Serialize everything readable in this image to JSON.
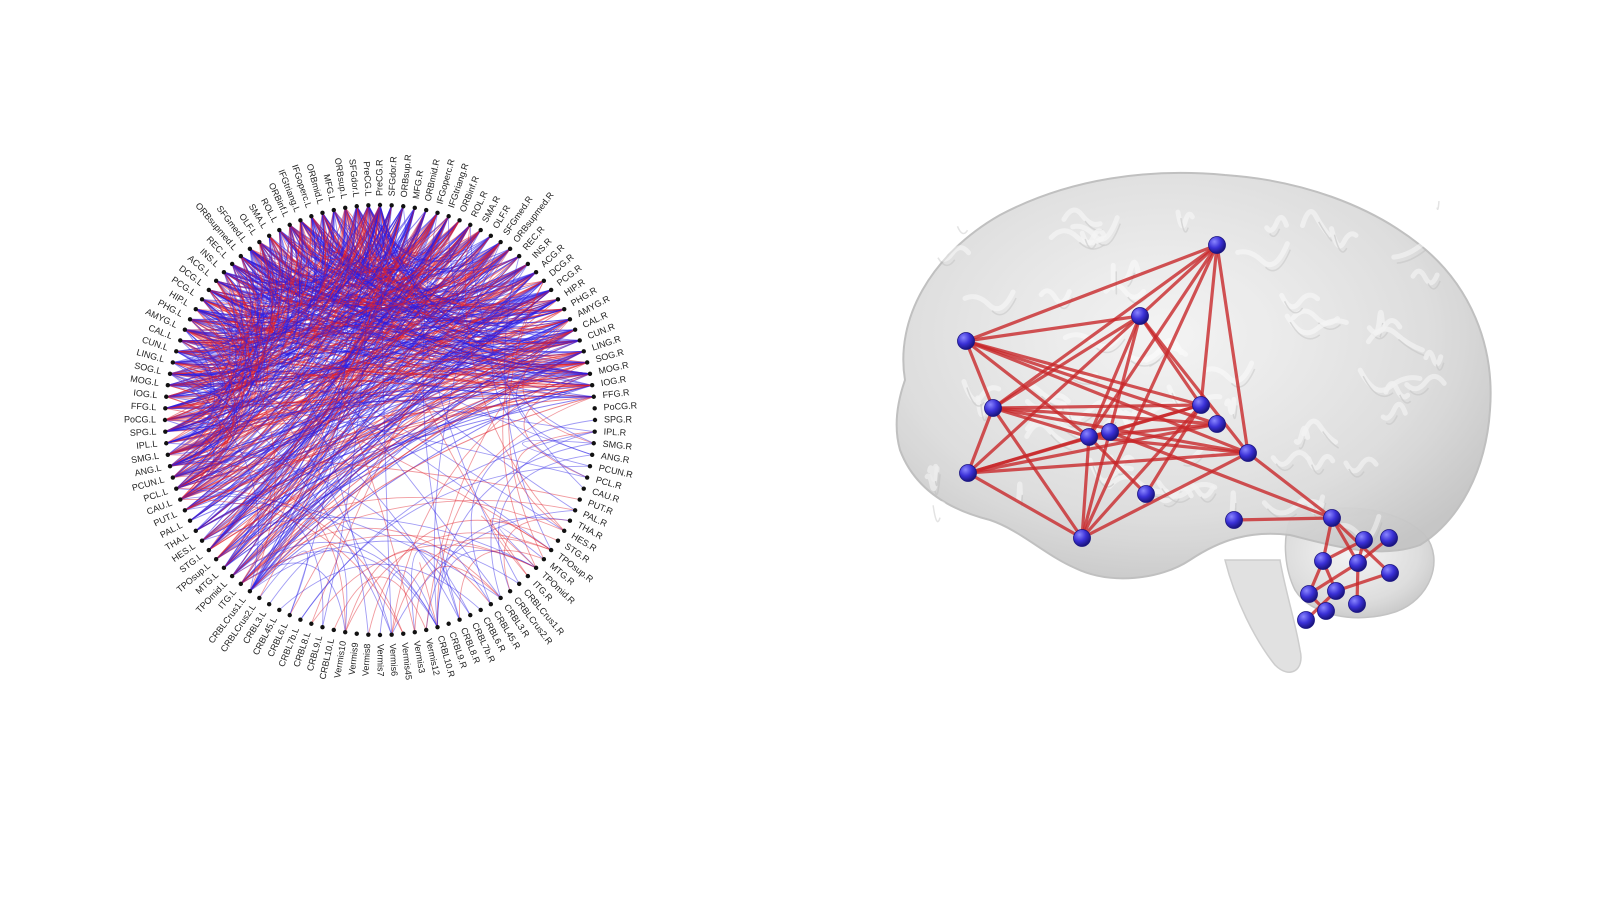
{
  "connectogram": {
    "region_labels": [
      "PreCG.R",
      "SFGdor.R",
      "ORBsup.R",
      "MFG.R",
      "ORBmid.R",
      "IFGoperc.R",
      "IFGtriang.R",
      "ORBinf.R",
      "ROL.R",
      "SMA.R",
      "OLF.R",
      "SFGmed.R",
      "ORBsupmed.R",
      "REC.R",
      "INS.R",
      "ACG.R",
      "DCG.R",
      "PCG.R",
      "HIP.R",
      "PHG.R",
      "AMYG.R",
      "CAL.R",
      "CUN.R",
      "LING.R",
      "SOG.R",
      "MOG.R",
      "IOG.R",
      "FFG.R",
      "PoCG.R",
      "SPG.R",
      "IPL.R",
      "SMG.R",
      "ANG.R",
      "PCUN.R",
      "PCL.R",
      "CAU.R",
      "PUT.R",
      "PAL.R",
      "THA.R",
      "HES.R",
      "STG.R",
      "TPOsup.R",
      "MTG.R",
      "TPOmid.R",
      "ITG.R",
      "CRBLCrus1.R",
      "CRBLCrus2.R",
      "CRBL3.R",
      "CRBL45.R",
      "CRBL6.R",
      "CRBL7b.R",
      "CRBL8.R",
      "CRBL9.R",
      "CRBL10.R",
      "Vermis12",
      "Vermis3",
      "Vermis45",
      "Vermis6",
      "Vermis7",
      "Vermis8",
      "Vermis9",
      "Vermis10",
      "CRBL10.L",
      "CRBL9.L",
      "CRBL8.L",
      "CRBL7b.L",
      "CRBL6.L",
      "CRBL45.L",
      "CRBL3.L",
      "CRBLCrus2.L",
      "CRBLCrus1.L",
      "ITG.L",
      "TPOmid.L",
      "MTG.L",
      "TPOsup.L",
      "STG.L",
      "HES.L",
      "THA.L",
      "PAL.L",
      "PUT.L",
      "CAU.L",
      "PCL.L",
      "PCUN.L",
      "ANG.L",
      "SMG.L",
      "IPL.L",
      "SPG.L",
      "PoCG.L",
      "FFG.L",
      "IOG.L",
      "MOG.L",
      "SOG.L",
      "LING.L",
      "CUN.L",
      "CAL.L",
      "AMYG.L",
      "PHG.L",
      "HIP.L",
      "PCG.L",
      "DCG.L",
      "ACG.L",
      "INS.L",
      "REC.L",
      "ORBsupmed.L",
      "SFGmed.L",
      "OLF.L",
      "SMA.L",
      "ROL.L",
      "ORBinf.L",
      "IFGtriang.L",
      "IFGoperc.L",
      "ORBmid.L",
      "MFG.L",
      "ORBsup.L",
      "SFGdor.L",
      "PreCG.L"
    ],
    "edge_colors": {
      "positive": "#e0202a",
      "negative": "#2a1ee6"
    }
  },
  "glass_brain": {
    "node_color": "#3a30d6",
    "edge_color": "#c8282a",
    "surface_color": "#d8d8d8"
  }
}
